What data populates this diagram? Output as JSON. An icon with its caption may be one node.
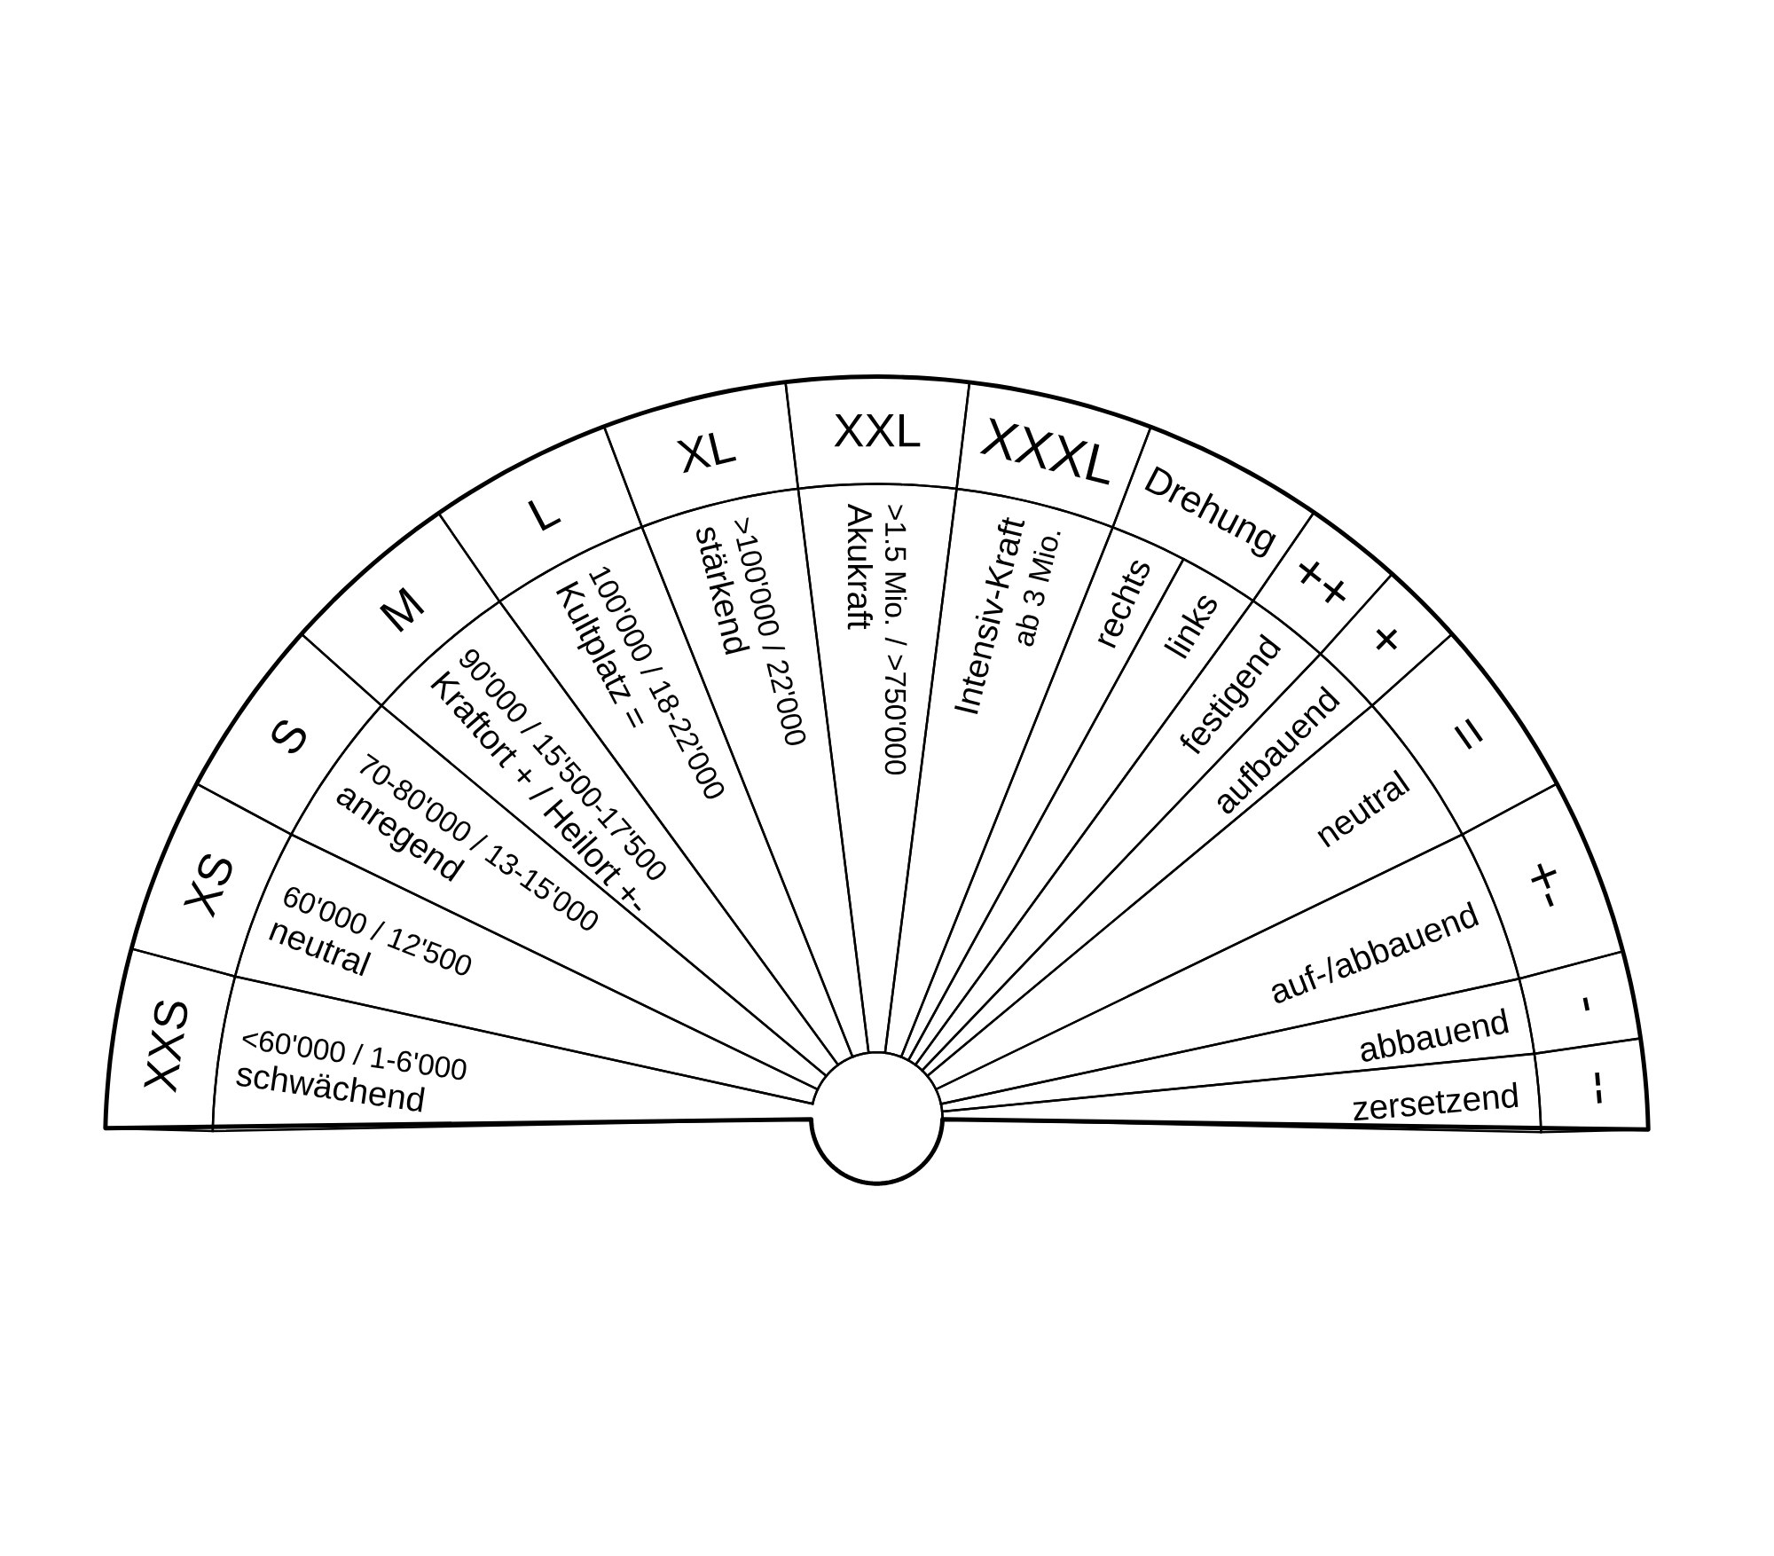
{
  "diagram": {
    "nodes": [
      {
        "text": [
          "XXS"
        ]
      },
      {
        "text": [
          "XS"
        ]
      },
      {
        "text": [
          "S"
        ]
      },
      {
        "text": [
          "M"
        ]
      },
      {
        "text": [
          "L"
        ]
      },
      {
        "text": [
          "XL"
        ]
      },
      {
        "text": [
          "XXL"
        ]
      },
      {
        "text": [
          "XXXL"
        ]
      },
      {
        "text": [
          "Drehung"
        ]
      },
      {
        "text": [
          "++"
        ]
      },
      {
        "text": [
          "+"
        ]
      },
      {
        "text": [
          "="
        ]
      },
      {
        "text": [
          "+-"
        ]
      },
      {
        "text": [
          "-"
        ]
      },
      {
        "text": [
          "--"
        ]
      },
      {
        "text": [
          "<60'000 / 1-6'000",
          "schwächend"
        ]
      },
      {
        "text": [
          "60'000 / 12'500",
          "neutral"
        ]
      },
      {
        "text": [
          "70-80'000 / 13-15'000",
          "anregend"
        ]
      },
      {
        "text": [
          "90'000 / 15'500-17'500",
          "Kraftort + / Heilort +-"
        ]
      },
      {
        "text": [
          "100'000 / 18-22'000",
          "Kultplatz ="
        ]
      },
      {
        "text": [
          ">100'000 / 22'000",
          "stärkend"
        ]
      },
      {
        "text": [
          ">1.5 Mio. / >750'000",
          "Akukraft"
        ]
      },
      {
        "text": [
          "Intensiv-Kraft",
          "ab 3 Mio."
        ]
      },
      {
        "text": [
          "rechts"
        ]
      },
      {
        "text": [
          "links"
        ]
      },
      {
        "text": [
          "festigend"
        ]
      },
      {
        "text": [
          "aufbauend"
        ]
      },
      {
        "text": [
          "neutral"
        ]
      },
      {
        "text": [
          "auf-/abbauend"
        ]
      },
      {
        "text": [
          "abbauend"
        ]
      },
      {
        "text": [
          "zersetzend"
        ]
      }
    ]
  }
}
